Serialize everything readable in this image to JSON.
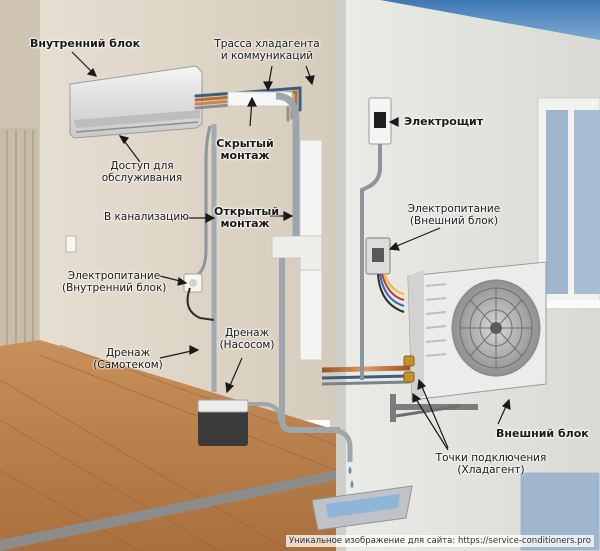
{
  "labels": {
    "indoor_unit": "Внутренний блок",
    "refrigerant_route_l1": "Трасса хладагента",
    "refrigerant_route_l2": "и коммуникаций",
    "service_access_l1": "Доступ для",
    "service_access_l2": "обслуживания",
    "hidden_l1": "Скрытый",
    "hidden_l2": "монтаж",
    "sewer": "В канализацию",
    "open_l1": "Открытый",
    "open_l2": "монтаж",
    "panel": "Электрощит",
    "power_outdoor_l1": "Электропитание",
    "power_outdoor_l2": "(Внешний блок)",
    "power_indoor_l1": "Электропитание",
    "power_indoor_l2": "(Внутренний блок)",
    "drain_pump_l1": "Дренаж",
    "drain_pump_l2": "(Насосом)",
    "drain_gravity_l1": "Дренаж",
    "drain_gravity_l2": "(Самотеком)",
    "outdoor_unit": "Внешний блок",
    "connection_l1": "Точки подключения",
    "connection_l2": "(Хладагент)"
  },
  "watermark": "Уникальное изображение для сайта: https://service-conditioners.pro",
  "colors": {
    "wall_indoor": "#ddd4c6",
    "wall_outdoor": "#e3e3df",
    "floor": "#b9824f",
    "copper": "#c6743f",
    "conduit": "#9ea6ad",
    "sky": "#4d82b8"
  }
}
